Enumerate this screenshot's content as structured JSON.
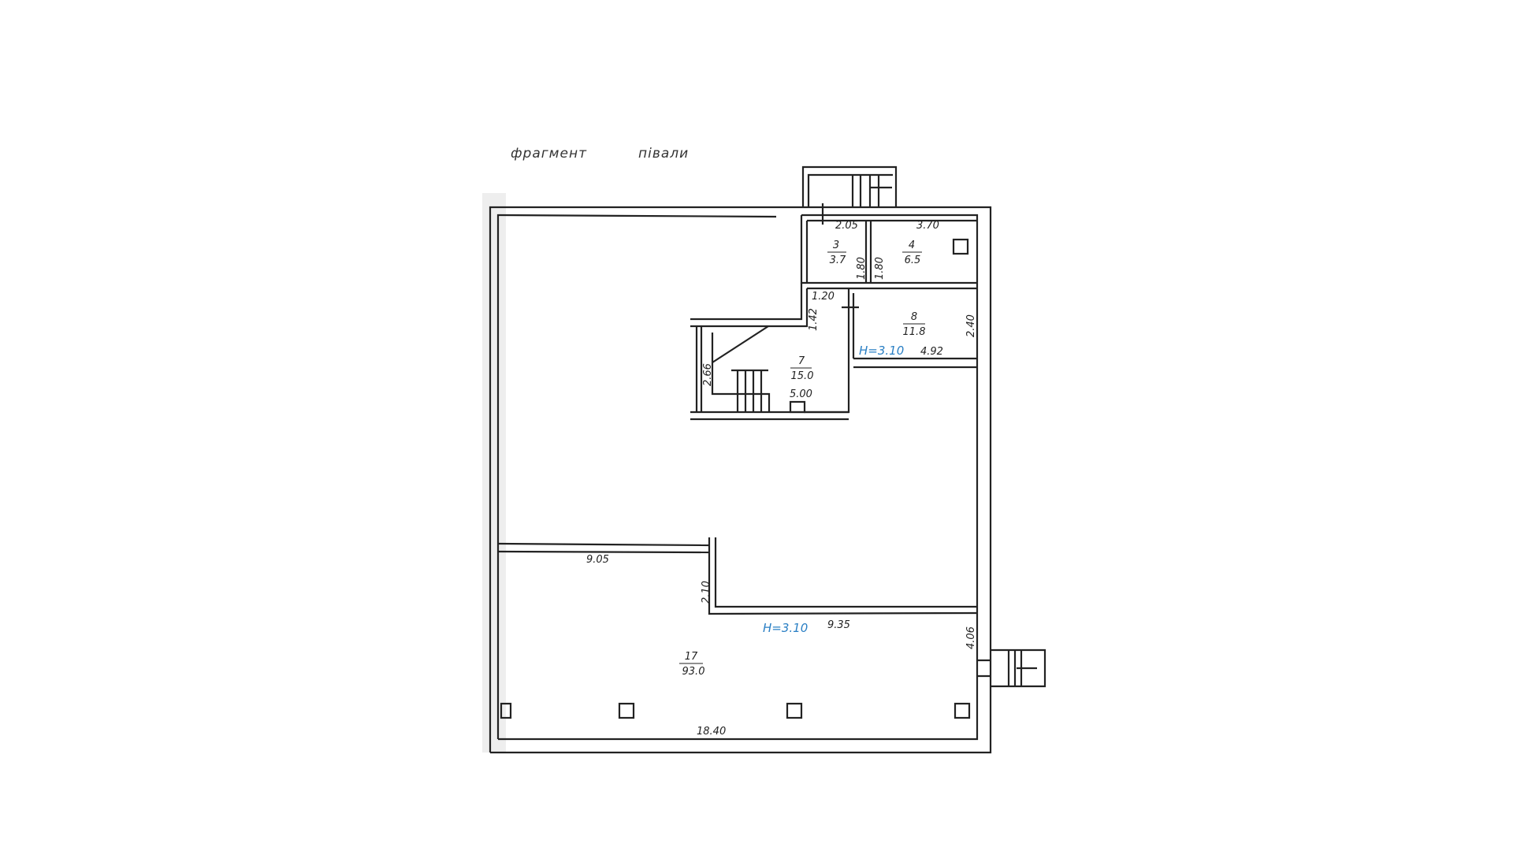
{
  "title": {
    "word1": "фрагмент",
    "word2": "півали"
  },
  "rooms": [
    {
      "number": "3",
      "area": "3.7"
    },
    {
      "number": "4",
      "area": "6.5"
    },
    {
      "number": "8",
      "area": "11.8"
    },
    {
      "number": "7",
      "area": "15.0"
    },
    {
      "number": "17",
      "area": "93.0"
    }
  ],
  "dimensions": {
    "d205": "2.05",
    "d370": "3.70",
    "d180a": "1.80",
    "d180b": "1.80",
    "d120": "1.20",
    "d142": "1.42",
    "d240": "2.40",
    "d492": "4.92",
    "d266": "2.66",
    "d500": "5.00",
    "d905": "9.05",
    "d210": "2.10",
    "d935": "9.35",
    "d406": "4.06",
    "d1840": "18.40"
  },
  "heights": {
    "upper": "H=3.10",
    "lower": "H=3.10"
  },
  "colors": {
    "ink": "#222222",
    "height_label": "#2a7fc4"
  }
}
